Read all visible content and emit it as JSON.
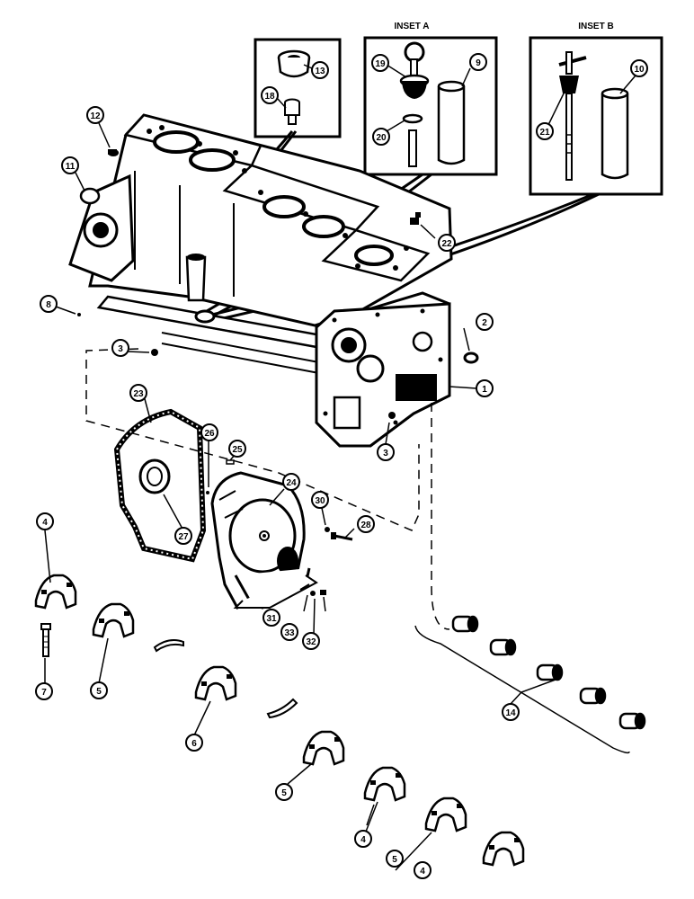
{
  "insets": {
    "a": {
      "title": "INSET A"
    },
    "b": {
      "title": "INSET B"
    }
  },
  "callouts": {
    "c1": "1",
    "c2": "2",
    "c3a": "3",
    "c3b": "3",
    "c4a": "4",
    "c4b": "4",
    "c4c": "4",
    "c5a": "5",
    "c5b": "5",
    "c5c": "5",
    "c6": "6",
    "c7": "7",
    "c8": "8",
    "c9": "9",
    "c10": "10",
    "c11": "11",
    "c12": "12",
    "c13": "13",
    "c14": "14",
    "c18": "18",
    "c19": "19",
    "c20": "20",
    "c21": "21",
    "c22": "22",
    "c23": "23",
    "c24": "24",
    "c25": "25",
    "c26": "26",
    "c27": "27",
    "c28": "28",
    "c30": "30",
    "c31": "31",
    "c32": "32",
    "c33": "33"
  }
}
